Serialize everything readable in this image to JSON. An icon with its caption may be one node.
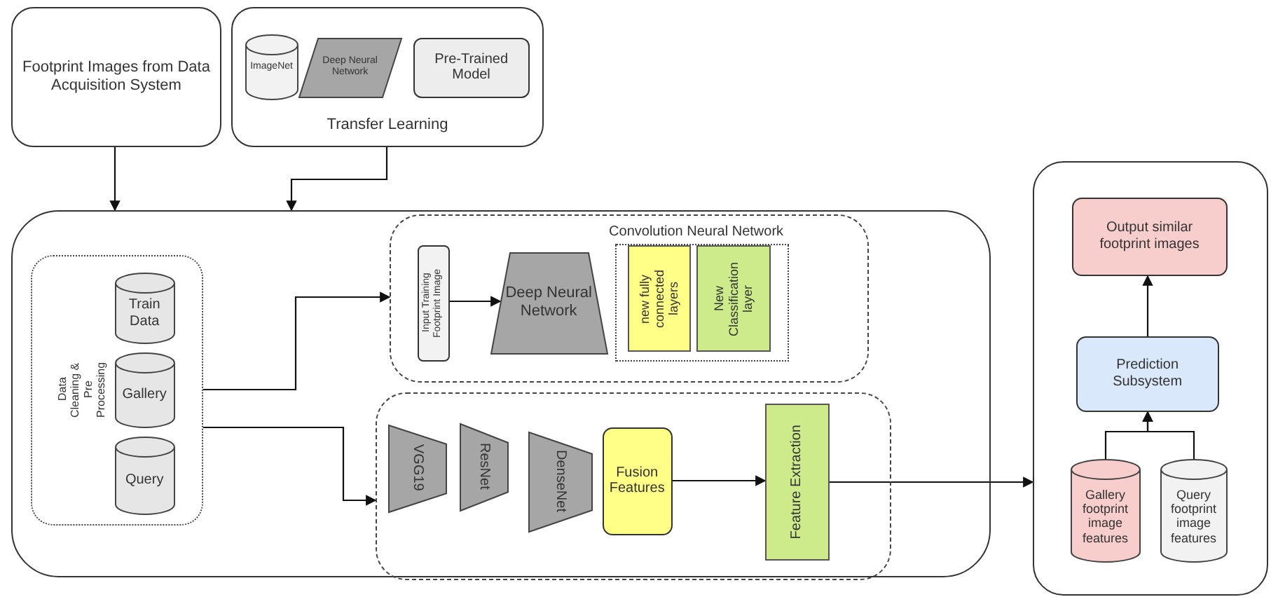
{
  "diagram": {
    "nodes": [
      {
        "text": [
          "Footprint Images from Data Acquisition System"
        ]
      },
      {
        "text": [
          "Transfer Learning"
        ]
      },
      {
        "text": [
          "ImageNet"
        ],
        "in": 1
      },
      {
        "text": [
          "Deep Neural Network"
        ],
        "in": 1
      },
      {
        "text": [
          "Pre-Trained Model"
        ],
        "in": 1
      },
      {
        "text": [],
        "shape": "box"
      },
      {
        "text": [
          "Data Cleaning & Pre Processing"
        ],
        "in": 5
      },
      {
        "text": [
          "Train Data"
        ],
        "in": 6
      },
      {
        "text": [
          "Gallery"
        ],
        "in": 6
      },
      {
        "text": [
          "Query"
        ],
        "in": 6
      },
      {
        "text": [
          "Convolution Neural Network"
        ],
        "in": 5
      },
      {
        "text": [
          "Input Training Footprint Image"
        ],
        "in": 10
      },
      {
        "text": [
          "Deep Neural Network"
        ],
        "in": 10
      },
      {
        "text": [],
        "shape": "box",
        "in": 10
      },
      {
        "text": [
          "new fully connected layers"
        ],
        "in": 13
      },
      {
        "text": [
          "New Classification layer"
        ],
        "in": 13
      },
      {
        "text": [],
        "shape": "box",
        "in": 5
      },
      {
        "text": [
          "VGG19"
        ],
        "in": 16
      },
      {
        "text": [
          "ResNet"
        ],
        "in": 16
      },
      {
        "text": [
          "DenseNet"
        ],
        "in": 16
      },
      {
        "text": [
          "Fusion Features"
        ],
        "in": 16
      },
      {
        "text": [
          "Feature Extraction"
        ],
        "in": 16
      },
      {
        "text": [],
        "shape": "box"
      },
      {
        "text": [
          "Output similar footprint images"
        ],
        "in": 22
      },
      {
        "text": [
          "Prediction Subsystem"
        ],
        "in": 22
      },
      {
        "text": [
          "Gallery footprint image features"
        ],
        "in": 22
      },
      {
        "text": [
          "Query footprint image features"
        ],
        "in": 22
      }
    ],
    "edges": [
      {
        "from": 0,
        "to": 5,
        "arrow": "to"
      },
      {
        "from": 1,
        "to": 5,
        "arrow": "to"
      },
      {
        "from": 6,
        "to": 10,
        "arrow": "to"
      },
      {
        "from": 6,
        "to": 16,
        "arrow": "to"
      },
      {
        "from": 11,
        "to": 12,
        "arrow": "to"
      },
      {
        "from": 20,
        "to": 21,
        "arrow": "to"
      },
      {
        "from": 21,
        "to": 22,
        "arrow": "to"
      },
      {
        "from": 24,
        "to": 23,
        "arrow": "to"
      },
      {
        "from": 25,
        "to": 24,
        "arrow": "to"
      },
      {
        "from": 26,
        "to": 24,
        "arrow": "to"
      }
    ]
  }
}
